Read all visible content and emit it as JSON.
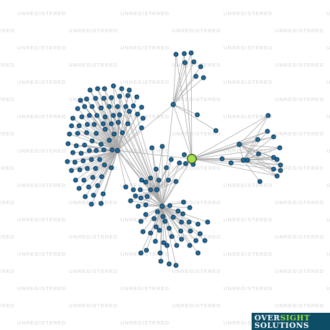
{
  "watermark_text": "UNREGISTERED",
  "logo": {
    "part1": "OVER",
    "part2": "SIGHT",
    "line2": "SOLUTIONS"
  },
  "colors": {
    "background": "#ffffff",
    "edge": "#a9a9a9",
    "node_fill": "#1a6aa0",
    "node_stroke": "#0b2536",
    "focus_fill": "#a6e04a",
    "logo_bg": "#0d4e66",
    "logo_highlight": "#9ee03c"
  },
  "graph": {
    "node_count_hubs": 7,
    "focus_node": "focus"
  }
}
